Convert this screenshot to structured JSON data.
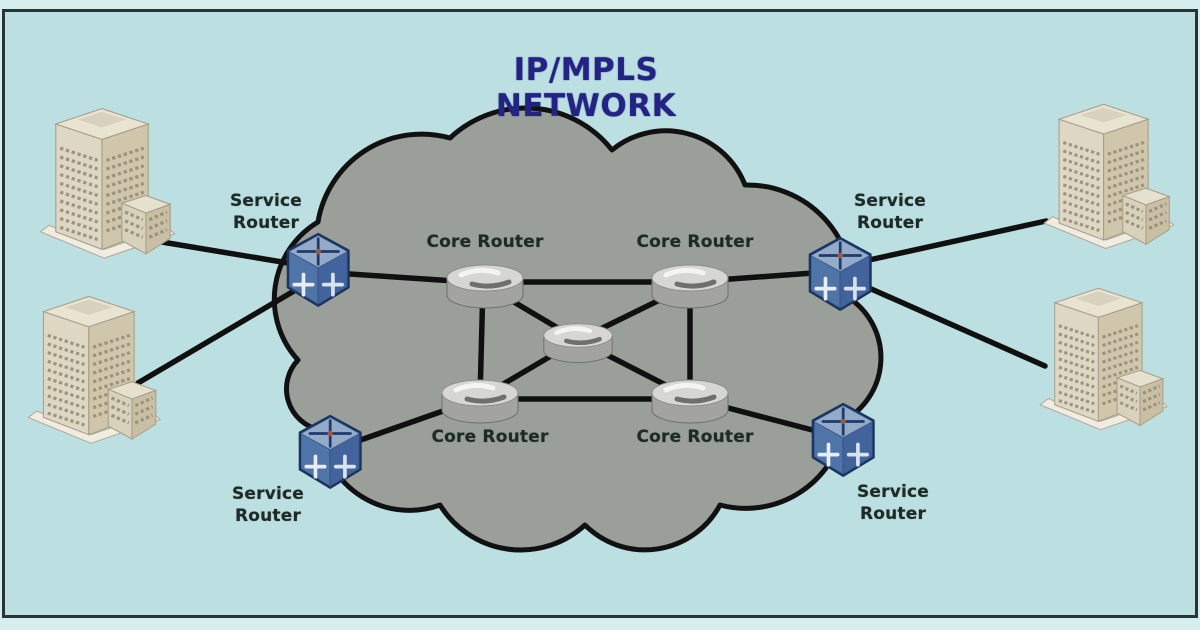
{
  "title": "IP/MPLS NETWORK",
  "labels": {
    "core_router": "Core Router",
    "service_router": [
      "Service",
      "Router"
    ]
  },
  "nodes": {
    "core_routers": [
      {
        "id": "core-top-left",
        "label": "Core Router"
      },
      {
        "id": "core-top-right",
        "label": "Core Router"
      },
      {
        "id": "core-center",
        "label": ""
      },
      {
        "id": "core-bottom-left",
        "label": "Core Router"
      },
      {
        "id": "core-bottom-right",
        "label": "Core Router"
      }
    ],
    "service_routers": [
      {
        "id": "service-left",
        "label": "Service Router"
      },
      {
        "id": "service-right",
        "label": "Service Router"
      },
      {
        "id": "service-bottom-left",
        "label": "Service Router"
      },
      {
        "id": "service-bottom-right",
        "label": "Service Router"
      }
    ],
    "buildings": [
      {
        "id": "building-top-left"
      },
      {
        "id": "building-bottom-left"
      },
      {
        "id": "building-top-right"
      },
      {
        "id": "building-bottom-right"
      }
    ]
  },
  "links": [
    "building-top-left - service-left",
    "building-bottom-left - service-left",
    "service-left - core-top-left",
    "core-top-left - core-top-right",
    "core-top-left - core-bottom-left",
    "core-top-right - core-bottom-right",
    "core-bottom-left - core-bottom-right",
    "core-center - core-top-left",
    "core-center - core-top-right",
    "core-center - core-bottom-left",
    "core-center - core-bottom-right",
    "core-top-right - service-right",
    "service-right - building-top-right",
    "service-right - building-bottom-right",
    "core-bottom-left - service-bottom-left",
    "core-bottom-right - service-bottom-right"
  ],
  "colors": {
    "background": "#bce0e2",
    "outer_strip": "#d7eeee",
    "frame_border": "#273438",
    "cloud_fill": "#9a9f99",
    "cloud_outline": "#111111",
    "link": "#101010",
    "title_text": "#232384",
    "label_text": "#1d2a26",
    "service_cube_blue": "#4f74a8",
    "core_router_gray": "#d6d6d3",
    "building_beige": "#ded7c3"
  }
}
